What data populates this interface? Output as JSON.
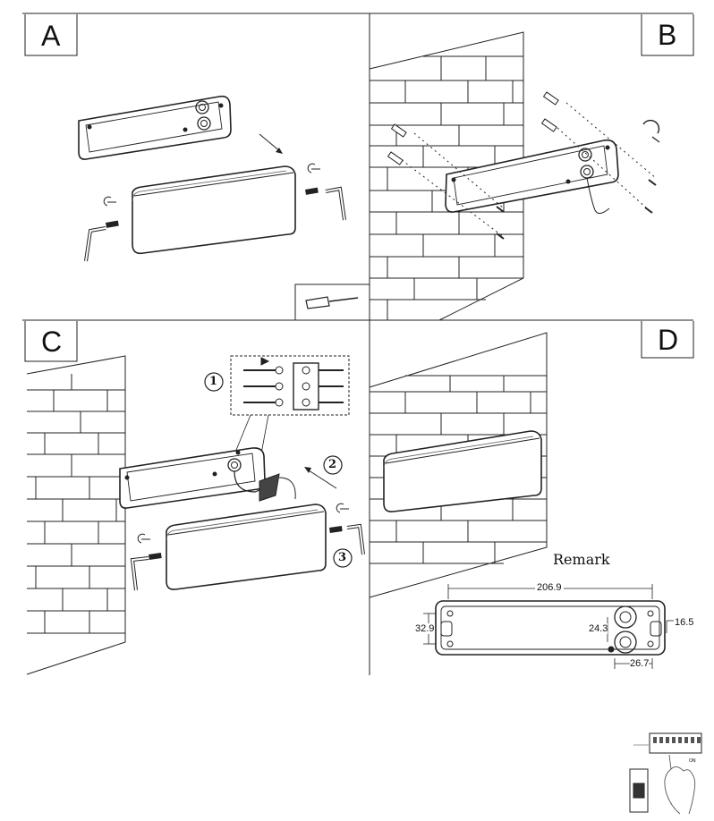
{
  "panels": {
    "a": {
      "label": "A"
    },
    "b": {
      "label": "B"
    },
    "c": {
      "label": "C"
    },
    "d": {
      "label": "D"
    }
  },
  "steps": {
    "one": "1",
    "two": "2",
    "three": "3"
  },
  "remark": {
    "title": "Remark",
    "width": "206.9",
    "height": "32.9",
    "hole_spacing": "24.3",
    "edge_offset": "16.5",
    "hole_offset": "26.7"
  },
  "switch": {
    "on_label": "ON"
  },
  "icons": {
    "screwdriver": "screwdriver-icon",
    "hex_key": "hex-key-icon",
    "rotation_arrow": "rotation-arrow-icon",
    "hand": "hand-icon"
  }
}
